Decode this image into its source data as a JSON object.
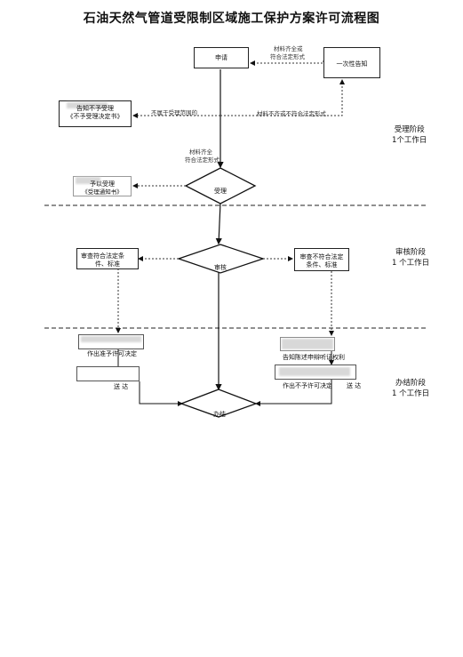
{
  "title": "石油天然气管道受限制区域施工保护方案许可流程图",
  "nodes": {
    "apply": "申请",
    "notify_once": "一次性告知",
    "reject_notice_line1": "告知不予受理",
    "reject_notice_line2": "《不予受理决定书》",
    "accept_notice_line1": "予以受理",
    "accept_notice_line2": "《受理通知书》",
    "accept_decision": "受理",
    "review_ok_line1": "审查符合法定条",
    "review_ok_line2": "件、标准",
    "review_decision": "审核",
    "review_fail_line1": "审查不符合法定",
    "review_fail_line2": "条件、标准",
    "grant_decision": "作出准予许可决定",
    "deliver_left": "送 达",
    "inform_hearing": "告知陈述申辩听证权利",
    "deny_decision_line": "作出不予许可决定",
    "deliver_right": "送 达",
    "finish": "办结"
  },
  "labels": {
    "complete_line1": "材料齐全或",
    "complete_line2": "符合法定形式",
    "out_of_scope": "不属于受理范围的",
    "incomplete": "材料不齐或不符合法定形式",
    "complete2_line1": "材料齐全",
    "complete2_line2": "符合法定形式"
  },
  "stages": {
    "accept_name": "受理阶段",
    "accept_time": "1个工作日",
    "review_name": "审核阶段",
    "review_time": "1 个工作日",
    "finish_name": "办结阶段",
    "finish_time": "1 个工作日"
  }
}
